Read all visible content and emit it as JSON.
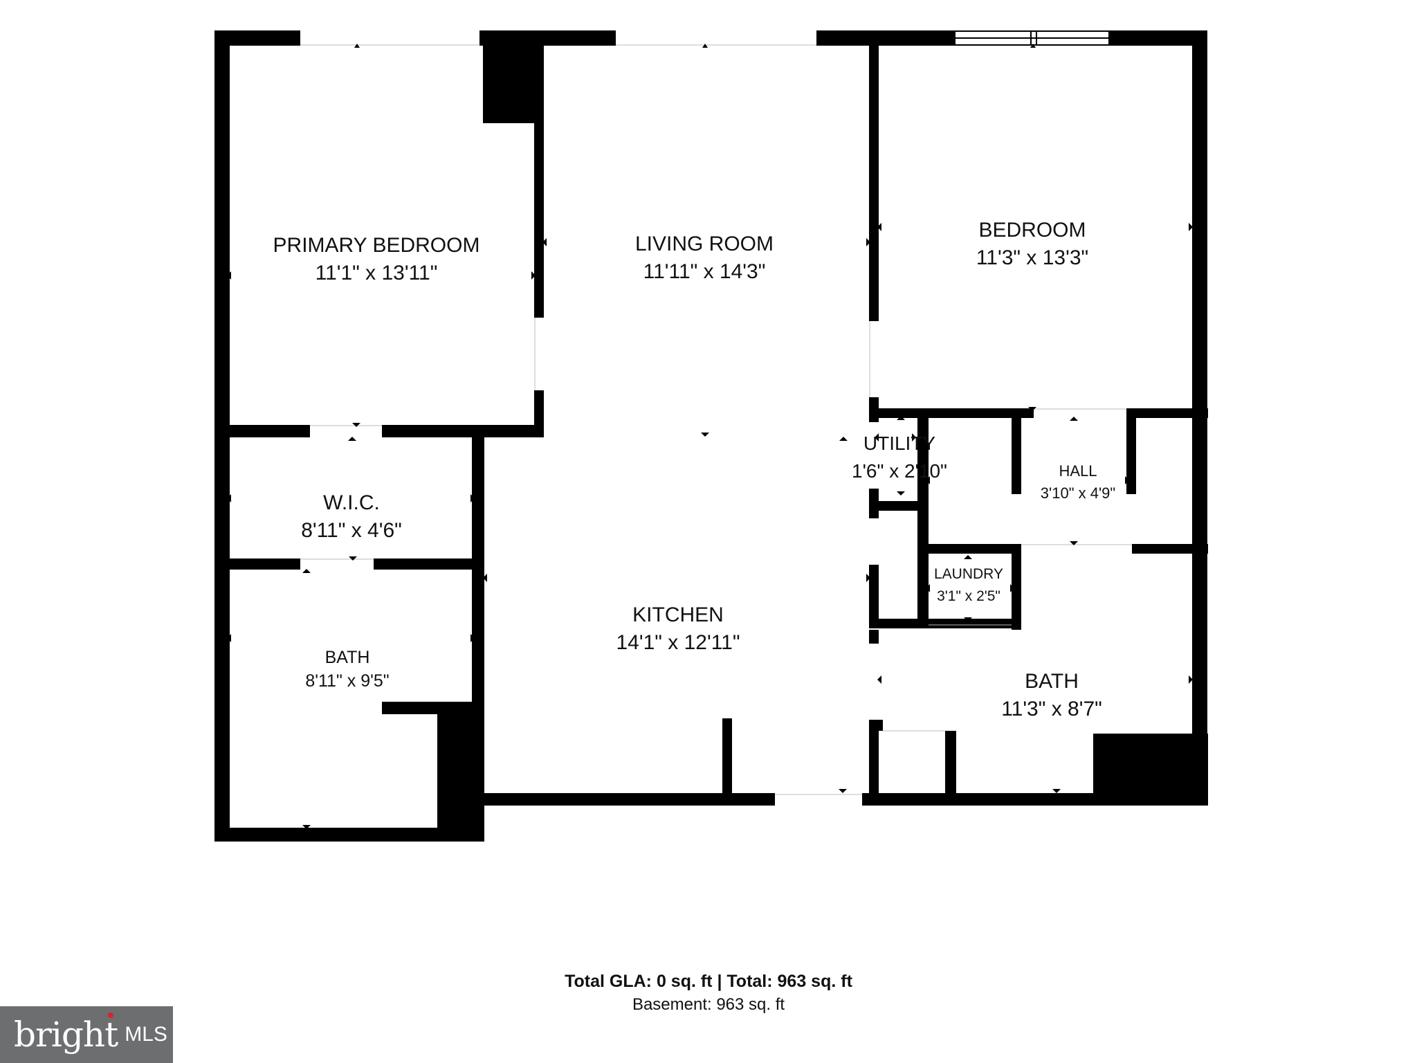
{
  "rooms": [
    {
      "key": "primary_bedroom",
      "name": "PRIMARY BEDROOM",
      "dims": "11'1\" x 13'11\""
    },
    {
      "key": "living_room",
      "name": "LIVING ROOM",
      "dims": "11'11\" x 14'3\""
    },
    {
      "key": "bedroom",
      "name": "BEDROOM",
      "dims": "11'3\" x 13'3\""
    },
    {
      "key": "wic",
      "name": "W.I.C.",
      "dims": "8'11\" x 4'6\""
    },
    {
      "key": "utility",
      "name": "UTILITY",
      "dims": "1'6\" x 2'10\""
    },
    {
      "key": "hall",
      "name": "HALL",
      "dims": "3'10\" x 4'9\""
    },
    {
      "key": "laundry",
      "name": "LAUNDRY",
      "dims": "3'1\" x 2'5\""
    },
    {
      "key": "kitchen",
      "name": "KITCHEN",
      "dims": "14'1\" x 12'11\""
    },
    {
      "key": "bath_left",
      "name": "BATH",
      "dims": "8'11\" x 9'5\""
    },
    {
      "key": "bath_right",
      "name": "BATH",
      "dims": "11'3\" x 8'7\""
    }
  ],
  "summary": {
    "line1": "Total GLA: 0 sq. ft | Total: 963 sq. ft",
    "line2": "Basement: 963 sq. ft"
  },
  "logo": {
    "word": "bright",
    "suffix": "MLS",
    "background": "#6d6e70",
    "accent": "#d6242d"
  },
  "colors": {
    "wall": "#000000",
    "background": "#ffffff"
  }
}
